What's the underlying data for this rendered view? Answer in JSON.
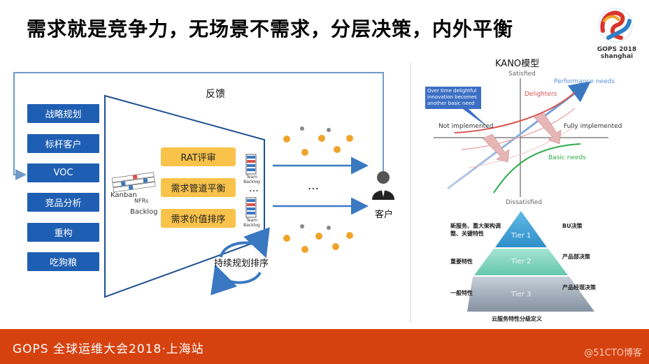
{
  "title": "需求就是竞争力，无场景不需求，分层决策，内外平衡",
  "logo": {
    "brand": "GOPS",
    "year": "2018",
    "city": "shanghai"
  },
  "left_diagram": {
    "feedback_label": "反馈",
    "sources": [
      "战略规划",
      "标杆客户",
      "VOC",
      "竞品分析",
      "重构",
      "吃狗粮"
    ],
    "funnel_items": [
      "RAT评审",
      "需求管道平衡",
      "需求价值排序"
    ],
    "kanban_label": "Kanban",
    "nfrs_label": "NFRs",
    "backlog_label": "Backlog",
    "team_backlog_label": "Team Backlog",
    "ellipsis": "…",
    "loop_label": "持续规划排序",
    "customer_label": "客户"
  },
  "kano": {
    "title": "KANO模型",
    "satisfied": "Satisfied",
    "dissatisfied": "Dissatisfied",
    "not_implemented": "Not implemented",
    "fully_implemented": "Fully implemented",
    "delighters": "Delighters",
    "performance": "Performance needs",
    "basic": "Basic needs",
    "callout": "Over time delightful innovation becomes another basic need",
    "colors": {
      "delighters": "#d9534f",
      "performance": "#5b8fd6",
      "basic": "#2eaa4a",
      "callout": "#3b6fc4"
    }
  },
  "pyramid": {
    "tiers": [
      "Tier 1",
      "Tier 2",
      "Tier 3"
    ],
    "left_labels": [
      "新服务、重大架构调整、关键特性",
      "重要特性",
      "一般特性"
    ],
    "right_labels": [
      "BU决策",
      "产品部决策",
      "产品经理决策"
    ],
    "caption": "云服务特性分级定义",
    "colors": [
      "#4aa6d8",
      "#7fd3bd",
      "#9aa6b3"
    ]
  },
  "footer": {
    "text": "GOPS 全球运维大会2018·上海站",
    "watermark": "@51CTO博客"
  }
}
